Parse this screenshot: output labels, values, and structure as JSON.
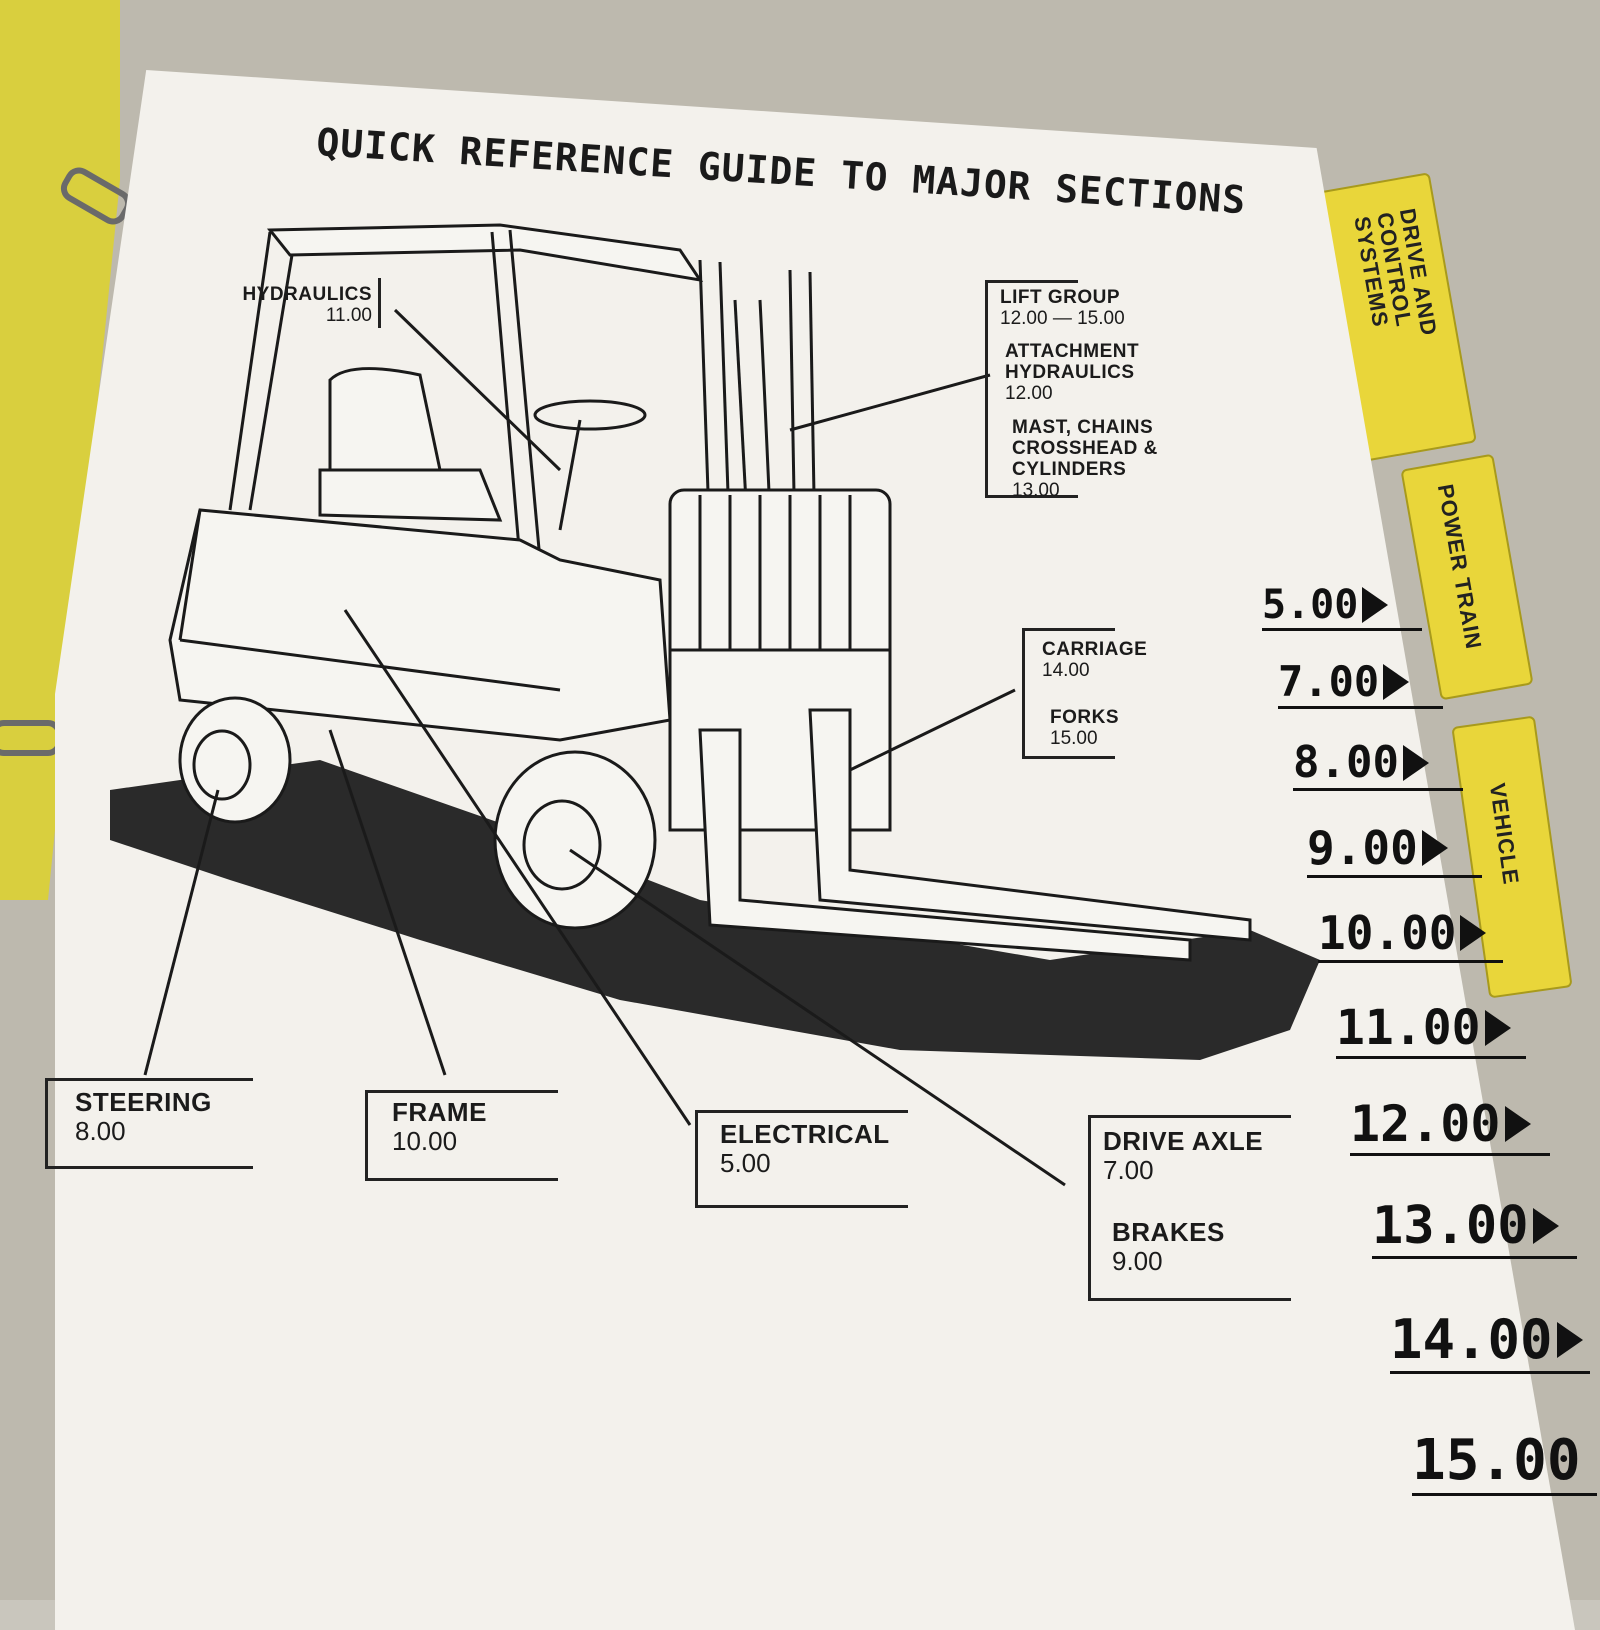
{
  "title": "QUICK REFERENCE GUIDE TO MAJOR SECTIONS",
  "tabs": [
    {
      "label": "DRIVE AND CONTROL SYSTEMS"
    },
    {
      "label": "POWER TRAIN"
    },
    {
      "label": "VEHICLE"
    }
  ],
  "callouts": {
    "hydraulics": {
      "name": "HYDRAULICS",
      "num": "11.00"
    },
    "lift_group": {
      "name": "LIFT GROUP",
      "num": "12.00 — 15.00"
    },
    "attachment": {
      "name1": "ATTACHMENT",
      "name2": "HYDRAULICS",
      "num": "12.00"
    },
    "mast": {
      "name1": "MAST, CHAINS",
      "name2": "CROSSHEAD &",
      "name3": "CYLINDERS",
      "num": "13.00"
    },
    "carriage": {
      "name": "CARRIAGE",
      "num": "14.00"
    },
    "forks": {
      "name": "FORKS",
      "num": "15.00"
    },
    "steering": {
      "name": "STEERING",
      "num": "8.00"
    },
    "frame": {
      "name": "FRAME",
      "num": "10.00"
    },
    "electrical": {
      "name": "ELECTRICAL",
      "num": "5.00"
    },
    "drive_axle": {
      "name": "DRIVE AXLE",
      "num": "7.00"
    },
    "brakes": {
      "name": "BRAKES",
      "num": "9.00"
    }
  },
  "section_numbers": [
    "5.00",
    "7.00",
    "8.00",
    "9.00",
    "10.00",
    "11.00",
    "12.00",
    "13.00",
    "14.00",
    "15.00"
  ],
  "colors": {
    "tab_yellow": "#e9d63a",
    "cover_yellow": "#d9cf3e",
    "paper": "#f3f1ec",
    "ink": "#1a1a1a"
  }
}
